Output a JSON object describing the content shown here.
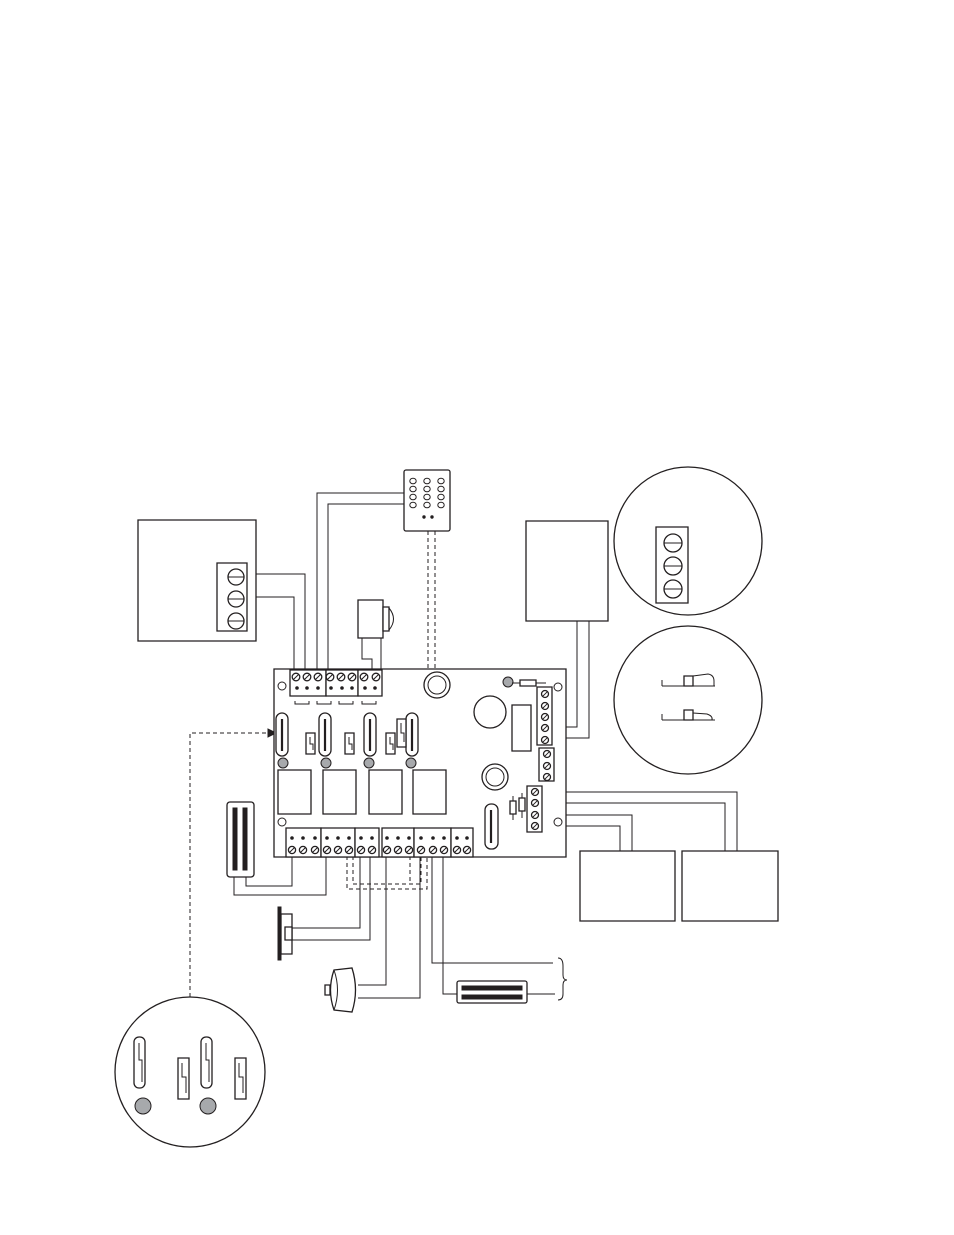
{
  "page": {
    "background": "#ffffff",
    "line_color": "#231f20",
    "led_color": "#a7a9ac"
  },
  "diagram": {
    "type": "wiring-diagram",
    "components": [
      {
        "id": "power-supply-box",
        "icon": "power-supply-with-3-terminals"
      },
      {
        "id": "keypad",
        "icon": "keypad-icon"
      },
      {
        "id": "sounder",
        "icon": "sounder-icon"
      },
      {
        "id": "control-board",
        "icon": "circuit-board"
      },
      {
        "id": "external-module-box",
        "icon": "empty-box"
      },
      {
        "id": "terminal-detail-callout",
        "icon": "terminal-block-3"
      },
      {
        "id": "switch-detail-callout",
        "icon": "switch-pair"
      },
      {
        "id": "jumper-detail-callout",
        "icon": "jumper-led-detail"
      },
      {
        "id": "mag-lock-vertical",
        "icon": "magnetic-lock-icon"
      },
      {
        "id": "door-strike",
        "icon": "strike-icon"
      },
      {
        "id": "reader",
        "icon": "reader-icon"
      },
      {
        "id": "mag-lock-horizontal",
        "icon": "magnetic-lock-icon"
      },
      {
        "id": "bottom-box-left",
        "icon": "empty-box"
      },
      {
        "id": "bottom-box-right",
        "icon": "empty-box"
      }
    ]
  }
}
